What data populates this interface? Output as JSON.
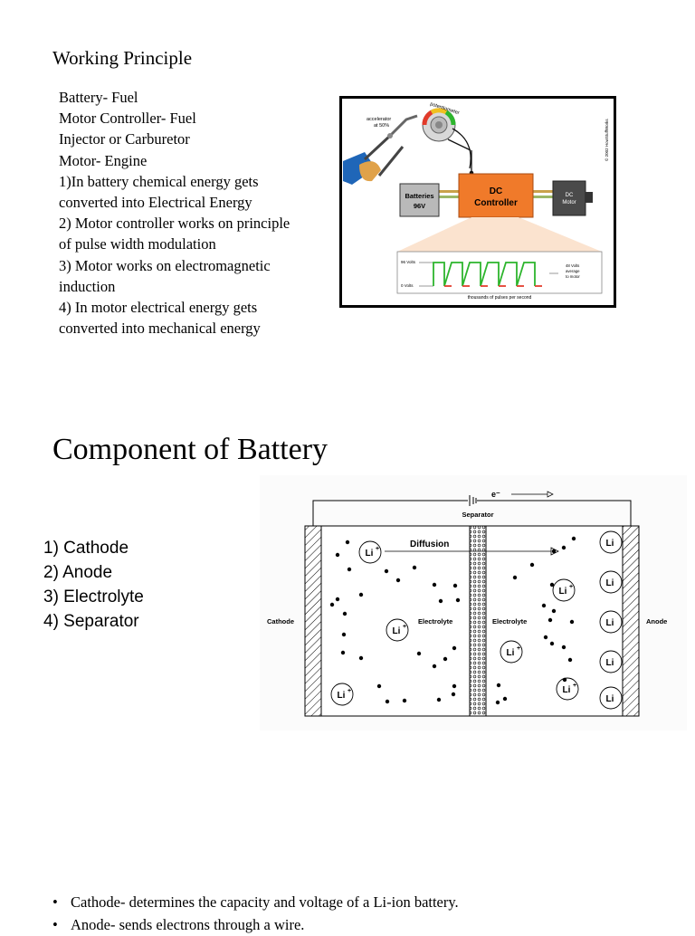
{
  "section1": {
    "title": "Working Principle",
    "lines": [
      "Battery- Fuel",
      "Motor Controller- Fuel",
      "Injector or Carburetor",
      "Motor- Engine",
      "1)In battery chemical energy gets",
      "converted into Electrical Energy",
      "2) Motor controller works on principle",
      "of pulse width modulation",
      "3) Motor works on electromagnetic",
      "induction",
      "4) In motor electrical energy gets",
      "converted into mechanical energy"
    ]
  },
  "fig1": {
    "potentiometer": "potentiometer",
    "accelerator": [
      "accelerator",
      "at 50%"
    ],
    "copyright": "© 2002 HowStuffWorks",
    "batteries": [
      "Batteries",
      "96V"
    ],
    "controller": [
      "DC",
      "Controller"
    ],
    "motor": [
      "DC",
      "Motor"
    ],
    "volts_high": "96 Volts",
    "volts_low": "0 Volts",
    "average": [
      "48 Volts",
      "average",
      "to motor"
    ],
    "pulses": "thousands of pulses per second",
    "colors": {
      "controller": "#f07a2a",
      "pulse_high": "#2db52d",
      "pulse_low": "#e23a2a",
      "batteries": "#b9b9b9",
      "motor": "#4a4a4a"
    }
  },
  "section2": {
    "title": "Component of Battery",
    "items": [
      "1) Cathode",
      "2) Anode",
      "3) Electrolyte",
      "4) Separator"
    ]
  },
  "fig2": {
    "electron": "e⁻",
    "separator": "Separator",
    "diffusion": "Diffusion",
    "cathode": "Cathode",
    "anode": "Anode",
    "electrolyte_left": "Electrolyte",
    "electrolyte_right": "Electrolyte",
    "ion": "Li",
    "plus": "+"
  },
  "bullets": [
    "Cathode- determines the capacity and voltage of a Li-ion battery.",
    "Anode- sends electrons through a wire."
  ]
}
